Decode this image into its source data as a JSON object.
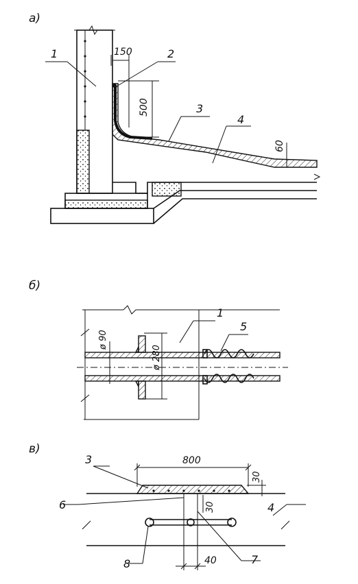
{
  "views": {
    "a": {
      "label": "а)"
    },
    "b": {
      "label": "б)"
    },
    "c": {
      "label": "в)"
    }
  },
  "callouts": {
    "a1": "1",
    "a2": "2",
    "a3": "3",
    "a4": "4",
    "b1": "1",
    "b5": "5",
    "c3": "3",
    "c4": "4",
    "c6": "6",
    "c7": "7",
    "c8": "8"
  },
  "dimensions": {
    "a_width": "150",
    "a_height": "500",
    "a_thickness": "60",
    "b_pipe_diameter": "ø 90",
    "b_flange_diameter": "ø 280",
    "c_length": "800",
    "c_top": "30",
    "c_gap": "30",
    "c_spacing": "40"
  },
  "colors": {
    "ink": "#111111",
    "paper": "#ffffff"
  }
}
